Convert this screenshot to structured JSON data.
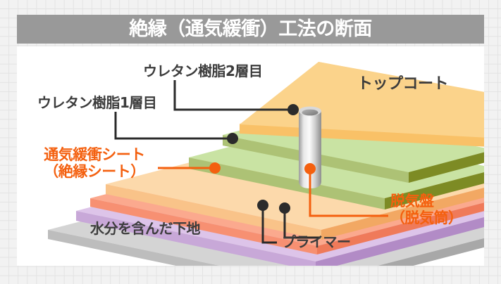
{
  "header": {
    "title": "絶縁（通気緩衝）工法の断面",
    "bar_color": "#999999",
    "text_color": "#ffffff"
  },
  "panel": {
    "background": "#ffffff"
  },
  "background": {
    "color": "#f2f2f2",
    "grid_color": "#e3e3e3"
  },
  "labels": {
    "urethane_layer2": "ウレタン樹脂2層目",
    "urethane_layer1": "ウレタン樹脂1層目",
    "vent_sheet_line1": "通気緩衝シート",
    "vent_sheet_line2": "（絶縁シート）",
    "top_coat": "トップコート",
    "substrate": "水分を含んだ下地",
    "primer": "プライマー",
    "deaerator_line1": "脱気盤",
    "deaerator_line2": "（脱気筒）"
  },
  "colors": {
    "label_dark": "#3c3c3c",
    "label_orange": "#f4600f",
    "leader_dark": "#2b2b2b",
    "leader_orange": "#f4600f",
    "top_coat_face": "#fbd38b",
    "top_coat_edge": "#f7ae3c",
    "urethane2_face": "#c9e3a3",
    "urethane2_edge": "#99ab3e",
    "urethane1_face": "#c9e3a3",
    "urethane1_edge": "#6e7c16",
    "vent_sheet_face": "#fcd9ab",
    "vent_sheet_edge": "#f79f6a",
    "primer_face": "#ddc4e9",
    "primer_edge": "#b78fc9",
    "substrate_face": "#d4d4d4",
    "substrate_edge": "#b0b0b0",
    "pipe_light": "#f0f0f0",
    "pipe_dark": "#8d8d8d"
  },
  "layers": [
    {
      "name": "top-coat",
      "label": "トップコート"
    },
    {
      "name": "urethane-2",
      "label": "ウレタン樹脂2層目"
    },
    {
      "name": "urethane-1",
      "label": "ウレタン樹脂1層目"
    },
    {
      "name": "vent-sheet",
      "label": "通気緩衝シート（絶縁シート）"
    },
    {
      "name": "primer",
      "label": "プライマー"
    },
    {
      "name": "substrate",
      "label": "水分を含んだ下地"
    }
  ],
  "vent_pipe": {
    "name": "脱気盤（脱気筒）"
  }
}
